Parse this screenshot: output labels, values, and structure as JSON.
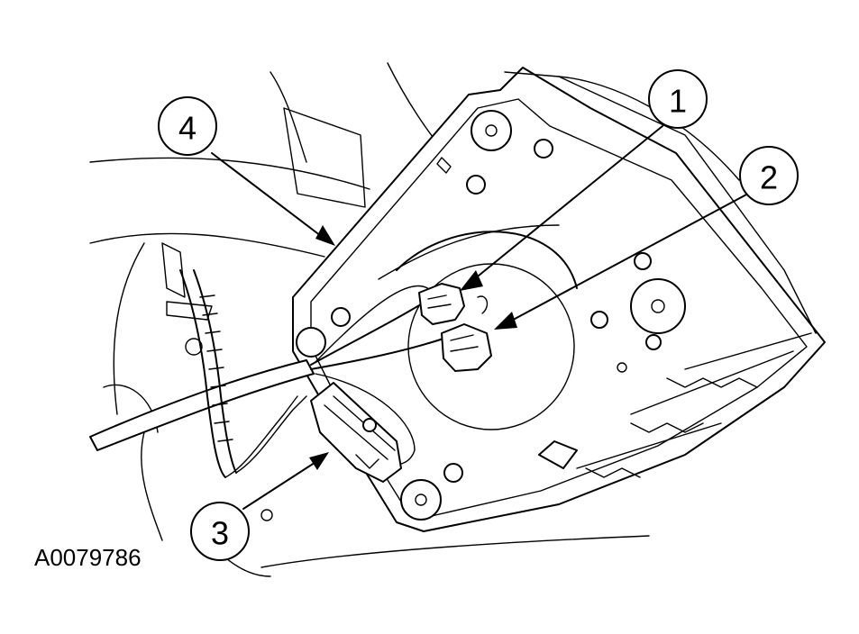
{
  "figure_id": "A0079786",
  "callouts": [
    {
      "number": "1"
    },
    {
      "number": "2"
    },
    {
      "number": "3"
    },
    {
      "number": "4"
    }
  ]
}
